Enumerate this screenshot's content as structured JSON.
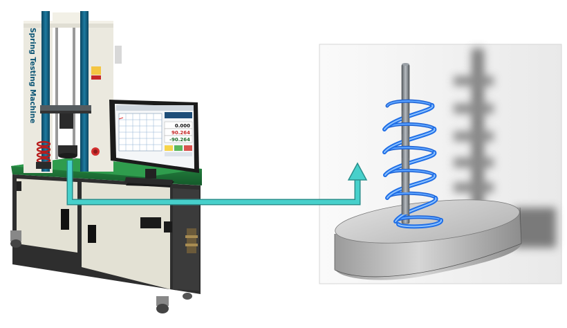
{
  "machine": {
    "vertical_label": "Spring Testing Machine",
    "screen": {
      "readout_1": "0.000",
      "readout_2": "90.264",
      "readout_3": "-90.264"
    }
  },
  "colors": {
    "frame": "#e9e7dc",
    "column": "#0f5a7a",
    "table_top": "#1f7a3a",
    "cabinet": "#e3e1d4",
    "cabinet_frame": "#3a3a3a",
    "arrow": "#3cc3bf",
    "arrow_stroke": "#2a8f8c",
    "spring": "#2f7fe6",
    "rod": "#7a8086",
    "disc": "#c9c9c9",
    "cad_bg": "#f2f2f2"
  },
  "icons": {
    "arrow": "flow-arrow-icon"
  }
}
